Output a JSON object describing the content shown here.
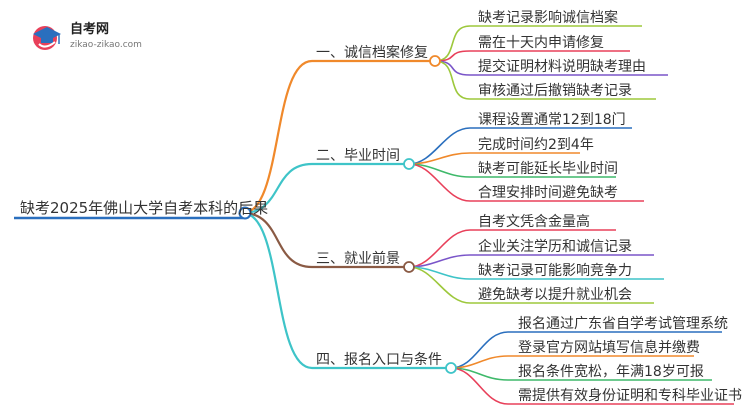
{
  "logo": {
    "title": "自考网",
    "url": "zikao-zikao.com"
  },
  "root": {
    "label": "缺考2025年佛山大学自考本科的后果"
  },
  "branches": [
    {
      "label": "一、诚信档案修复",
      "color": "#f0892b",
      "leaves": [
        "缺考记录影响诚信档案",
        "需在十天内申请修复",
        "提交证明材料说明缺考理由",
        "审核通过后撤销缺考记录"
      ],
      "leaf_colors": [
        "#9dc83c",
        "#e8405a",
        "#7a55c9",
        "#9dc83c"
      ]
    },
    {
      "label": "二、毕业时间",
      "color": "#3ec4c8",
      "leaves": [
        "课程设置通常12到18门",
        "完成时间约2到4年",
        "缺考可能延长毕业时间",
        "合理安排时间避免缺考"
      ],
      "leaf_colors": [
        "#2a6fbe",
        "#f0892b",
        "#3eb96a",
        "#e8405a"
      ]
    },
    {
      "label": "三、就业前景",
      "color": "#8a5a44",
      "leaves": [
        "自考文凭含金量高",
        "企业关注学历和诚信记录",
        "缺考记录可能影响竞争力",
        "避免缺考以提升就业机会"
      ],
      "leaf_colors": [
        "#e8405a",
        "#7a55c9",
        "#3ec4c8",
        "#9dc83c"
      ]
    },
    {
      "label": "四、报名入口与条件",
      "color": "#3ec4c8",
      "leaves": [
        "报名通过广东省自学考试管理系统",
        "登录官方网站填写信息并缴费",
        "报名条件宽松，年满18岁可报",
        "需提供有效身份证明和专科毕业证书"
      ],
      "leaf_colors": [
        "#2a6fbe",
        "#f0892b",
        "#3eb96a",
        "#e8405a"
      ]
    }
  ],
  "root_line_color": "#2a6fbe"
}
